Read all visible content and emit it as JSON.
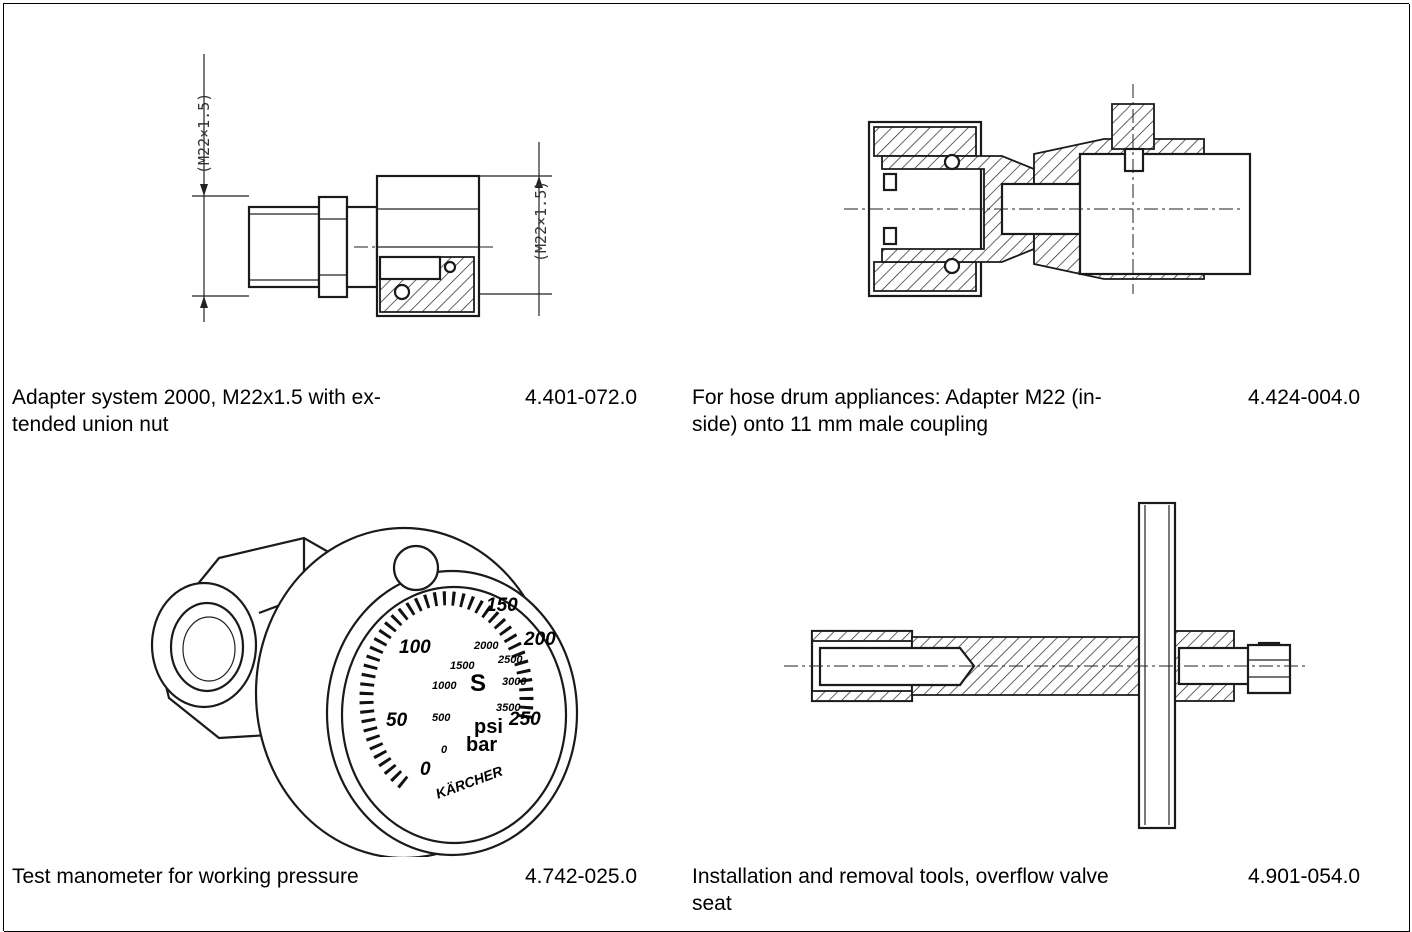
{
  "items": [
    {
      "description": "Adapter system 2000, M22x1.5 with ex-\ntended union nut",
      "part_number": "4.401-072.0"
    },
    {
      "description": "For hose drum appliances: Adapter M22 (in-\nside) onto 11 mm male coupling",
      "part_number": "4.424-004.0"
    },
    {
      "description": "Test manometer for working pressure",
      "part_number": "4.742-025.0"
    },
    {
      "description": "Installation and removal tools, overflow valve\nseat",
      "part_number": "4.901-054.0"
    }
  ],
  "drawings": {
    "adapter_dimension_label_1": "(M22×1.5)",
    "adapter_dimension_label_2": "(M22×1.5)",
    "gauge": {
      "outer_scale": [
        "0",
        "50",
        "100",
        "150",
        "200",
        "250"
      ],
      "inner_scale": [
        "0",
        "500",
        "1000",
        "1500",
        "2000",
        "2500",
        "3000",
        "3500"
      ],
      "units_psi": "psi",
      "units_bar": "bar",
      "center_mark": "S",
      "brand": "KÄRCHER"
    }
  }
}
